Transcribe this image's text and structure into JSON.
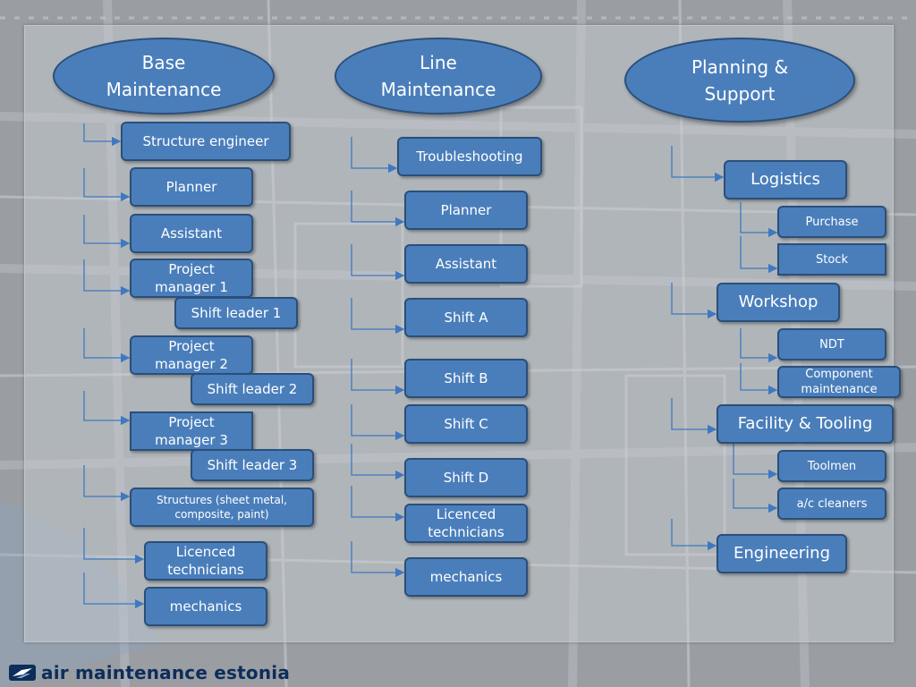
{
  "columns": {
    "base": {
      "header": "Base\nMaintenance",
      "items": [
        "Structure engineer",
        "Planner",
        "Assistant",
        "Project\nmanager 1",
        "Shift leader 1",
        "Project\nmanager 2",
        "Shift leader 2",
        "Project\nmanager 3",
        "Shift leader 3",
        "Structures (sheet metal,\ncomposite, paint)",
        "Licenced\ntechnicians",
        "mechanics"
      ]
    },
    "line": {
      "header": "Line\nMaintenance",
      "items": [
        "Troubleshooting",
        "Planner",
        "Assistant",
        "Shift A",
        "Shift B",
        "Shift C",
        "Shift D",
        "Licenced\ntechnicians",
        "mechanics"
      ]
    },
    "planning": {
      "header": "Planning &\nSupport",
      "items": [
        "Logistics",
        "Purchase",
        "Stock",
        "Workshop",
        "NDT",
        "Component\nmaintenance",
        "Facility & Tooling",
        "Toolmen",
        "a/c cleaners",
        "Engineering"
      ]
    }
  },
  "brand": {
    "name": "air maintenance estonia",
    "logo_icon": "wing-logo-icon",
    "color": "#0d2d5a"
  },
  "colors": {
    "box_fill": "#4a7ebb",
    "box_border": "#2a4f7a",
    "connector": "#3f78c0"
  }
}
